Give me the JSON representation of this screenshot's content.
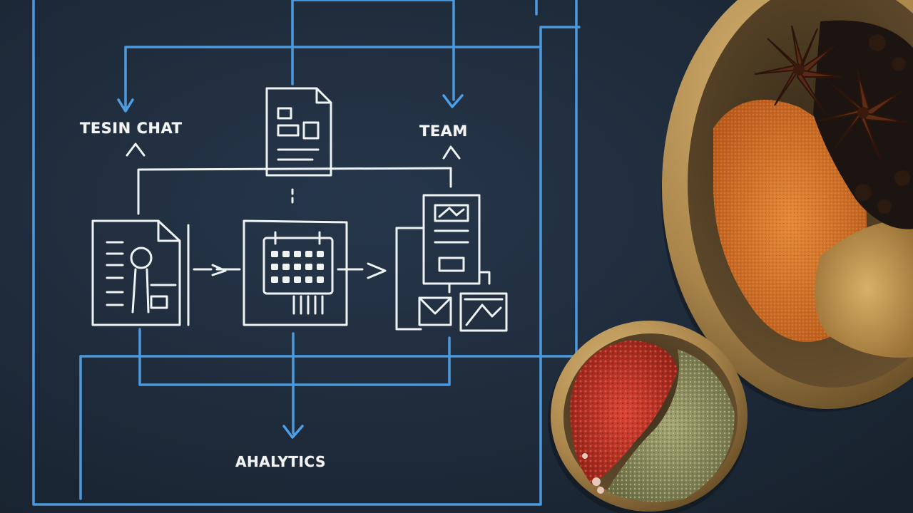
{
  "labels": {
    "chat": "TESIN CHAT",
    "team": "TEAM",
    "analytics": "AHALYTICS"
  },
  "colors": {
    "slate": "#1e2a38",
    "chalk_white": "#f2f4f4",
    "chalk_blue": "#4f9fe6",
    "bowl_brass": "#a8844a",
    "turmeric_orange": "#d9772a",
    "chili_red": "#c43a2c",
    "mustard_seed": "#8a8c5e"
  },
  "icons": [
    "document-icon",
    "user-profile-document-icon",
    "calendar-icon",
    "image-document-icon",
    "mail-icon",
    "photo-icon"
  ]
}
